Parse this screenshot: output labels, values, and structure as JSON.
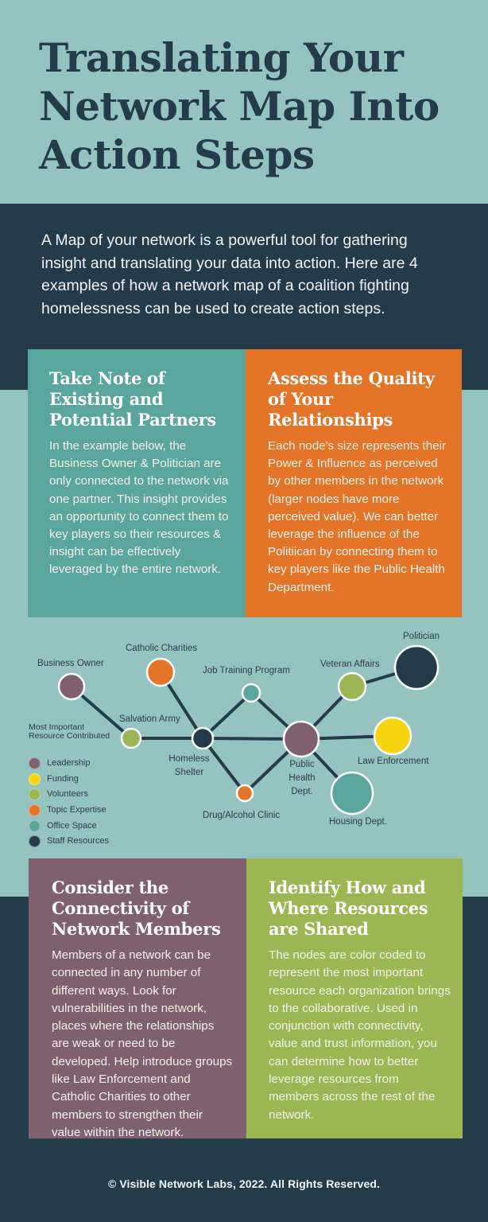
{
  "header": {
    "title": "Translating Your Network Map Into Action Steps"
  },
  "intro": {
    "text": "A Map of your network is a powerful tool for gathering insight and translating your data into action. Here are 4 examples of how a network map of a coalition fighting homelessness can be used to create action steps."
  },
  "cards": [
    {
      "title": "Take Note of Existing and Potential Partners",
      "body": "In the example below, the Business Owner & Politician are only connected to the network via one partner. This insight provides an opportunity to connect them to key players so their resources & insight can be effectively leveraged by the entire network.",
      "color": "#5aa59c"
    },
    {
      "title": "Assess the Quality of Your Relationships",
      "body": "Each node's size represents their Power & Influence as perceived by other members in the network (larger nodes have more perceived value). We can better leverage the influence of the Politiican by connecting them to key players like the Public Health Department.",
      "color": "#e37428"
    },
    {
      "title": "Consider the Connectivity of Network Members",
      "body": "Members of a network can be connected in any number of different ways. Look for vulnerabilities in the network, places where the relationships are weak or need to be developed. Help introduce groups like Law Enforcement and Catholic Charities to other members to strengthen their value within the network.",
      "color": "#7f606f"
    },
    {
      "title": "Identify How and Where Resources are Shared",
      "body": "The nodes are color coded to represent the most important resource each organization brings to the collaborative. Used in conjunction with connectivity, value and trust information, you can determine how to better leverage resources from members across the rest of the network.",
      "color": "#9bb754"
    }
  ],
  "network": {
    "nodes": [
      {
        "id": "business_owner",
        "label": "Business Owner",
        "resource": "Leadership",
        "size": "medium"
      },
      {
        "id": "catholic_charities",
        "label": "Catholic Charities",
        "resource": "Topic Expertise",
        "size": "medium"
      },
      {
        "id": "job_training",
        "label": "Job Training Program",
        "resource": "Office Space",
        "size": "small"
      },
      {
        "id": "salvation_army",
        "label": "Salvation Army",
        "resource": "Volunteers",
        "size": "small"
      },
      {
        "id": "homeless_shelter",
        "label": "Homeless Shelter",
        "resource": "Staff Resources",
        "size": "small"
      },
      {
        "id": "drug_clinic",
        "label": "Drug/Alcohol Clinic",
        "resource": "Topic Expertise",
        "size": "small"
      },
      {
        "id": "public_health",
        "label": "Public Health Dept.",
        "resource": "Leadership",
        "size": "large"
      },
      {
        "id": "veteran_affairs",
        "label": "Veteran Affairs",
        "resource": "Volunteers",
        "size": "medium"
      },
      {
        "id": "politician",
        "label": "Politician",
        "resource": "Staff Resources",
        "size": "large"
      },
      {
        "id": "law_enforcement",
        "label": "Law Enforcement",
        "resource": "Funding",
        "size": "large"
      },
      {
        "id": "housing_dept",
        "label": "Housing Dept.",
        "resource": "Office Space",
        "size": "large"
      }
    ],
    "edges": [
      [
        "business_owner",
        "salvation_army"
      ],
      [
        "salvation_army",
        "homeless_shelter"
      ],
      [
        "catholic_charities",
        "homeless_shelter"
      ],
      [
        "homeless_shelter",
        "job_training"
      ],
      [
        "homeless_shelter",
        "public_health"
      ],
      [
        "homeless_shelter",
        "drug_clinic"
      ],
      [
        "job_training",
        "public_health"
      ],
      [
        "drug_clinic",
        "public_health"
      ],
      [
        "public_health",
        "veteran_affairs"
      ],
      [
        "veteran_affairs",
        "politician"
      ],
      [
        "public_health",
        "law_enforcement"
      ],
      [
        "public_health",
        "housing_dept"
      ]
    ],
    "labels": {
      "business_owner": "Business Owner",
      "catholic_charities": "Catholic Charities",
      "job_training": "Job Training Program",
      "salvation_army": "Salvation Army",
      "homeless_shelter_1": "Homeless",
      "homeless_shelter_2": "Shelter",
      "drug_clinic": "Drug/Alcohol Clinic",
      "public_health_1": "Public",
      "public_health_2": "Health",
      "public_health_3": "Dept.",
      "veteran_affairs": "Veteran Affairs",
      "politician": "Politician",
      "law_enforcement": "Law Enforcement",
      "housing_dept": "Housing Dept."
    }
  },
  "legend": {
    "title": "Most Important Resource Contributed",
    "items": [
      {
        "label": "Leadership",
        "color": "#7f606f"
      },
      {
        "label": "Funding",
        "color": "#f6d40f"
      },
      {
        "label": "Volunteers",
        "color": "#9bb754"
      },
      {
        "label": "Topic Expertise",
        "color": "#e37428"
      },
      {
        "label": "Office Space",
        "color": "#5aa59c"
      },
      {
        "label": "Staff Resources",
        "color": "#243c4a"
      }
    ]
  },
  "colors": {
    "background_light": "#95c3c0",
    "background_dark": "#243c4a",
    "edge": "#243c4a"
  },
  "footer": {
    "text": "© Visible Network Labs, 2022. All Rights Reserved."
  }
}
